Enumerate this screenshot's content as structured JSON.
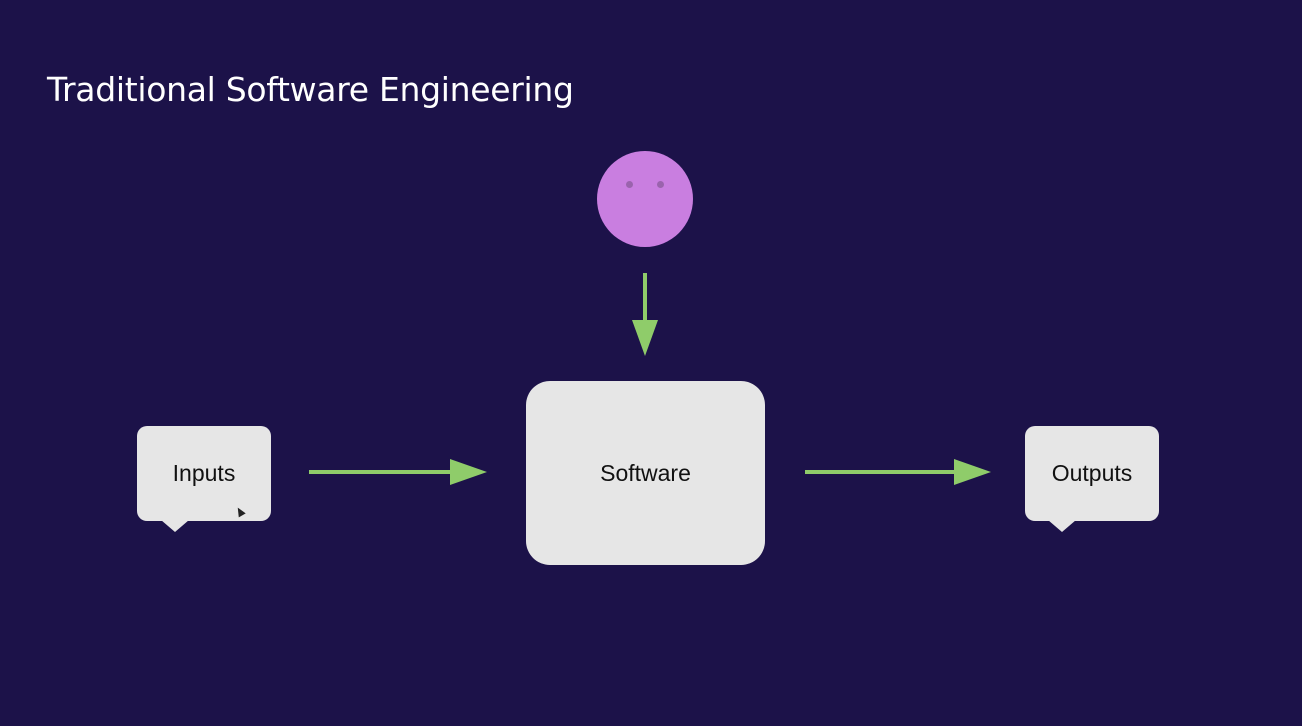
{
  "slide": {
    "title": "Traditional Software Engineering",
    "colors": {
      "background": "#1c1249",
      "arrow": "#8fcc6a",
      "face": "#c97ee0",
      "box": "#e6e6e6"
    }
  },
  "diagram": {
    "person_icon": "smiley-face-icon",
    "inputs_label": "Inputs",
    "software_label": "Software",
    "outputs_label": "Outputs"
  }
}
